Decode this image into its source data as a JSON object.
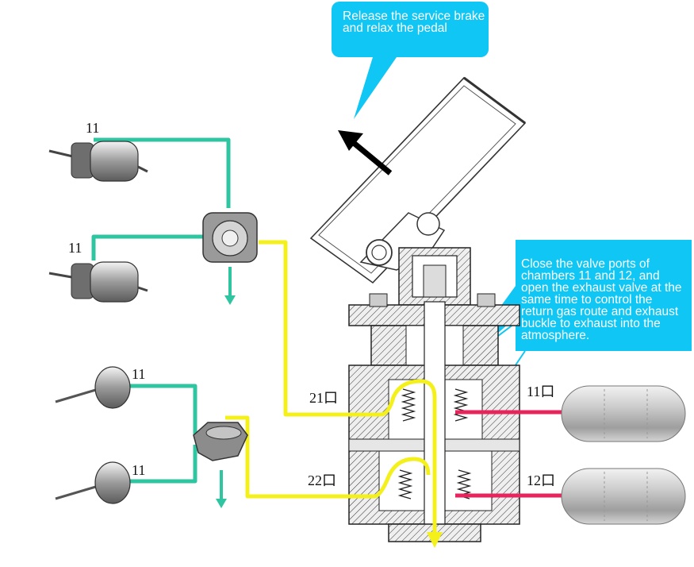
{
  "callouts": {
    "pedal": "Release the service brake and relax the pedal",
    "valve": "Close the valve ports of chambers 11 and 12, and open the exhaust valve at the same time to control the return gas route and exhaust buckle to exhaust into the atmosphere."
  },
  "labels": {
    "chamber_top_1": "11",
    "chamber_top_2": "11",
    "chamber_bottom_1": "11",
    "chamber_bottom_2": "11",
    "port_21": "21口",
    "port_22": "22口",
    "port_11": "11口",
    "port_12": "12口"
  },
  "colors": {
    "callout_fill": "#0fc6f4",
    "pipe_green": "#2fc5a0",
    "pipe_yellow": "#f4f01c",
    "pipe_red": "#e8245c",
    "arrow_black": "#000000",
    "valve_gray": "#d9d9d9"
  },
  "icons": {
    "pedal_arrow": "arrow-up-left-icon",
    "exhaust_arrow_1": "arrow-down-icon",
    "exhaust_arrow_2": "arrow-down-icon"
  }
}
